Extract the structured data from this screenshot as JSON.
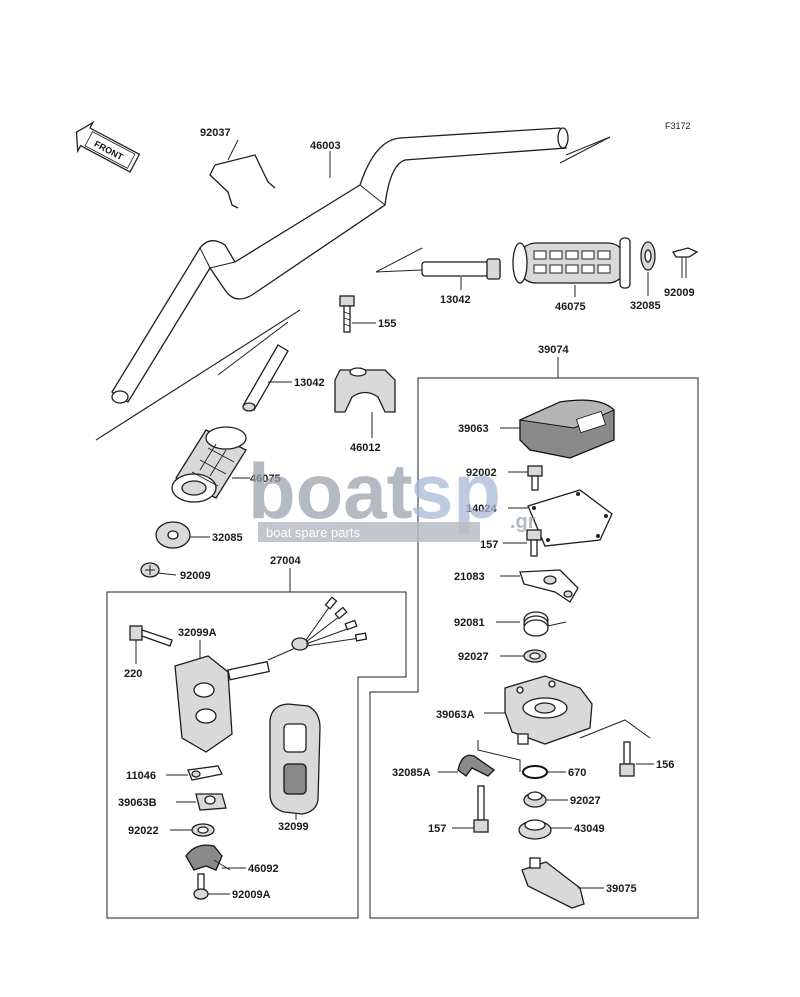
{
  "diagram": {
    "sheet_id": "F3172",
    "front_marker": "FRONT",
    "labels": {
      "p92037": "92037",
      "p46003": "46003",
      "p13042a": "13042",
      "p13042b": "13042",
      "p46075a": "46075",
      "p46075b": "46075",
      "p32085a": "32085",
      "p32085b": "32085",
      "p92009a": "92009",
      "p92009b": "92009",
      "p155": "155",
      "p46012": "46012",
      "p39074": "39074",
      "p39063": "39063",
      "p92002": "92002",
      "p14024": "14024",
      "p157a": "157",
      "p21083": "21083",
      "p92081": "92081",
      "p92027a": "92027",
      "p39063A": "39063A",
      "p156": "156",
      "p32085A": "32085A",
      "p670": "670",
      "p92027b": "92027",
      "p157b": "157",
      "p43049": "43049",
      "p39075": "39075",
      "p27004": "27004",
      "p220": "220",
      "p32099A": "32099A",
      "p11046": "11046",
      "p39063B": "39063B",
      "p92022": "92022",
      "p32099": "32099",
      "p46092": "46092",
      "p92009A": "92009A"
    }
  },
  "watermark": {
    "brand_left": "boat",
    "brand_right": "sp",
    "brand_suffix": ".gr",
    "tagline": "boat spare parts",
    "colors": {
      "grey": "#9aa3ad",
      "blue": "#a9b9d6",
      "bar": "#b8bcc3"
    }
  }
}
